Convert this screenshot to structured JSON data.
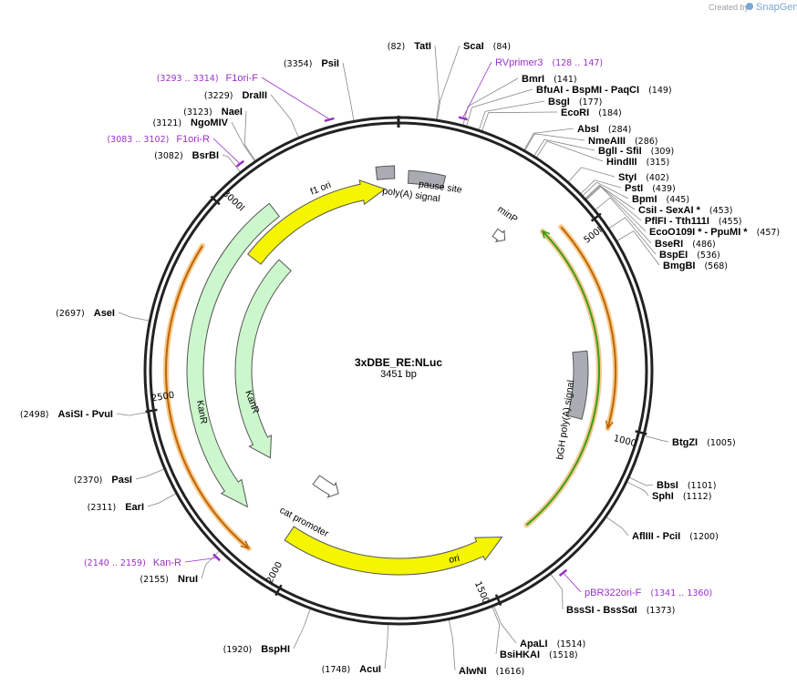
{
  "credit": {
    "prefix": "Created by",
    "brand": "SnapGene"
  },
  "plasmid": {
    "name": "3xDBE_RE:NLuc",
    "length": "3451 bp"
  },
  "ticks": [
    {
      "label": "500l",
      "bp": 500
    },
    {
      "label": "1000",
      "bp": 1000
    },
    {
      "label": "1500",
      "bp": 1500
    },
    {
      "label": "2000",
      "bp": 2000
    },
    {
      "label": "2500",
      "bp": 2500
    },
    {
      "label": "3000l",
      "bp": 3000
    }
  ],
  "features": [
    {
      "name": "f1 ori"
    },
    {
      "name": "pause site"
    },
    {
      "name": "poly(A) signal"
    },
    {
      "name": "minP"
    },
    {
      "name": "bGH poly(A) signal"
    },
    {
      "name": "ori"
    },
    {
      "name": "cat promoter"
    },
    {
      "name": "KanR"
    },
    {
      "name": "KanR"
    }
  ],
  "sites": [
    {
      "name": "TatI",
      "pos": "(82)"
    },
    {
      "name": "ScaI",
      "pos": "(84)"
    },
    {
      "name": "BmrI",
      "pos": "(141)"
    },
    {
      "name": "BfuAI - BspMI - PaqCI",
      "pos": "(149)"
    },
    {
      "name": "BsgI",
      "pos": "(177)"
    },
    {
      "name": "EcoRI",
      "pos": "(184)"
    },
    {
      "name": "AbsI",
      "pos": "(284)"
    },
    {
      "name": "NmeAIII",
      "pos": "(286)"
    },
    {
      "name": "BglI - SfiI",
      "pos": "(309)"
    },
    {
      "name": "HindIII",
      "pos": "(315)"
    },
    {
      "name": "StyI",
      "pos": "(402)"
    },
    {
      "name": "PstI",
      "pos": "(439)"
    },
    {
      "name": "BpmI",
      "pos": "(445)"
    },
    {
      "name": "CsiI - SexAI *",
      "pos": "(453)"
    },
    {
      "name": "PflFI - Tth111I",
      "pos": "(455)"
    },
    {
      "name": "EcoO109I * - PpuMI *",
      "pos": "(457)"
    },
    {
      "name": "BseRI",
      "pos": "(486)"
    },
    {
      "name": "BspEI",
      "pos": "(536)"
    },
    {
      "name": "BmgBI",
      "pos": "(568)"
    },
    {
      "name": "BtgZI",
      "pos": "(1005)"
    },
    {
      "name": "BbsI",
      "pos": "(1101)"
    },
    {
      "name": "SphI",
      "pos": "(1112)"
    },
    {
      "name": "AflIII - PciI",
      "pos": "(1200)"
    },
    {
      "name": "BssSI - BssSαI",
      "pos": "(1373)"
    },
    {
      "name": "ApaLI",
      "pos": "(1514)"
    },
    {
      "name": "BsiHKAI",
      "pos": "(1518)"
    },
    {
      "name": "AlwNI",
      "pos": "(1616)"
    },
    {
      "name": "AcuI",
      "pos": "(1748)"
    },
    {
      "name": "BspHI",
      "pos": "(1920)"
    },
    {
      "name": "NruI",
      "pos": "(2155)"
    },
    {
      "name": "EarI",
      "pos": "(2311)"
    },
    {
      "name": "PasI",
      "pos": "(2370)"
    },
    {
      "name": "AsiSI - PvuI",
      "pos": "(2498)"
    },
    {
      "name": "AseI",
      "pos": "(2697)"
    },
    {
      "name": "BsrBI",
      "pos": "(3082)"
    },
    {
      "name": "NgoMIV",
      "pos": "(3121)"
    },
    {
      "name": "NaeI",
      "pos": "(3123)"
    },
    {
      "name": "DraIII",
      "pos": "(3229)"
    },
    {
      "name": "PsiI",
      "pos": "(3354)"
    }
  ],
  "primers": [
    {
      "name": "RVprimer3",
      "range": "(128 .. 147)"
    },
    {
      "name": "F1ori-F",
      "range": "(3293 .. 3314)"
    },
    {
      "name": "F1ori-R",
      "range": "(3083 .. 3102)"
    },
    {
      "name": "Kan-R",
      "range": "(2140 .. 2159)"
    },
    {
      "name": "pBR322ori-F",
      "range": "(1341 .. 1360)"
    }
  ],
  "colors": {
    "backbone": "#222222",
    "ori": "#f5f500",
    "kanr": "#ccf7cc",
    "terminator": "#a9adb3",
    "primer": "#9b30c8",
    "orf_orange": "#c06400",
    "orf_green": "#3c9c1c",
    "orf_halo": "#f4c98a"
  }
}
